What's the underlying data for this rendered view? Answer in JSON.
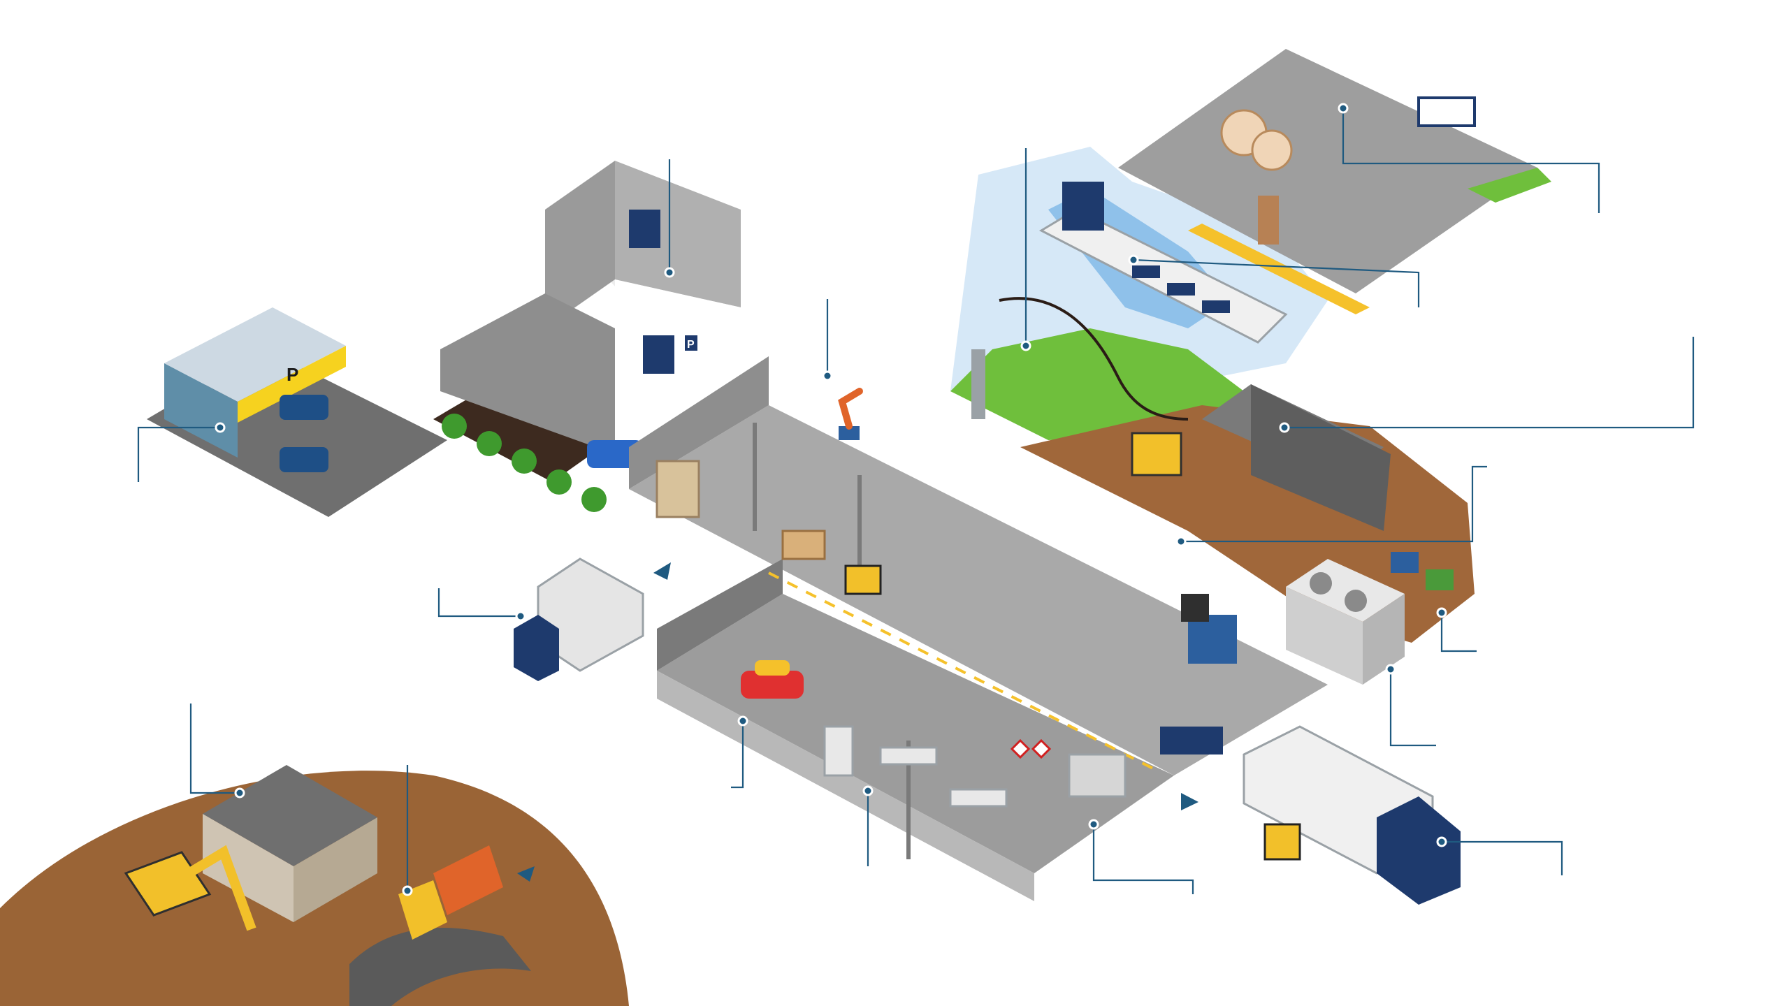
{
  "canvas": {
    "background": "#ffffff"
  },
  "colors": {
    "accent": "#1f5a80",
    "factory_floor": "#a9a9a9",
    "factory_wall": "#8e8e8e",
    "earth": "#9a6436",
    "grass": "#6fbf3c",
    "water": "#cfe4f5",
    "truck_blue": "#1e3a6d",
    "parking_sign": "#f6d21f"
  },
  "scene": {
    "signs": {
      "parking_letter": "P",
      "office_letter": "P"
    },
    "callouts": [
      {
        "id": "parking-garage",
        "icon": "parking-icon"
      },
      {
        "id": "office-building",
        "icon": "office-icon"
      },
      {
        "id": "robot-cell",
        "icon": "robot-arm-icon"
      },
      {
        "id": "water-outlet",
        "icon": "pipe-icon"
      },
      {
        "id": "harbor-ship",
        "icon": "ship-icon"
      },
      {
        "id": "port-warehouse",
        "icon": "warehouse-icon"
      },
      {
        "id": "storage-shed",
        "icon": "shed-icon"
      },
      {
        "id": "earth-yard",
        "icon": "earth-icon"
      },
      {
        "id": "container-bins",
        "icon": "bin-icon"
      },
      {
        "id": "cooling-unit",
        "icon": "fan-icon"
      },
      {
        "id": "inbound-truck",
        "icon": "truck-icon"
      },
      {
        "id": "paint-shop",
        "icon": "car-icon"
      },
      {
        "id": "laboratory",
        "icon": "flask-icon"
      },
      {
        "id": "cleanroom",
        "icon": "shelves-icon"
      },
      {
        "id": "outbound-truck",
        "icon": "truck-icon"
      },
      {
        "id": "demolition-building",
        "icon": "building-icon"
      },
      {
        "id": "excavation-site",
        "icon": "excavator-icon"
      }
    ]
  }
}
